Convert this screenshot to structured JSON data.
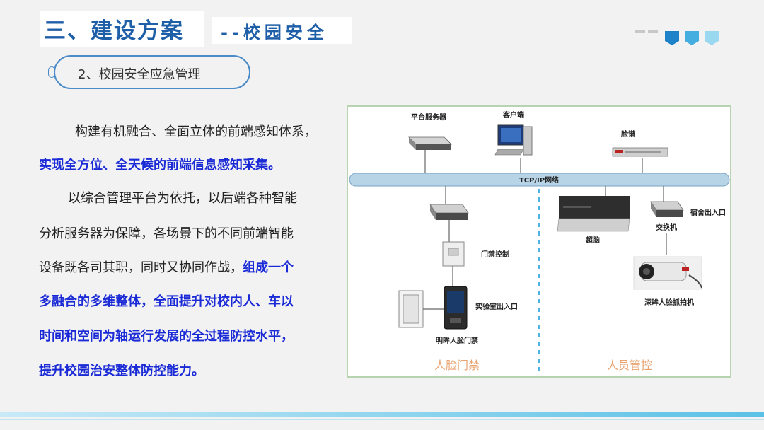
{
  "header": {
    "title": "三、建设方案",
    "subtitle": "--校园安全",
    "section_label": "2、校园安全应急管理"
  },
  "colors": {
    "title_blue": "#1f5fa8",
    "highlight_blue": "#1a2ad6",
    "accent_light": "#5bc1e6",
    "diagram_frame_green": "#b7d3b0"
  },
  "body_text": {
    "line1": "构建有机融合、全面立体的前端感知体系，",
    "line2": "实现全方位、全天候的前端信息感知采集。",
    "line3": "以综合管理平台为依托，以后端各种智能",
    "line4": "分析服务器为保障，各场景下的不同前端智能",
    "line5_normal": "设备既各司其职，同时又协同作战，",
    "line5_bold": "组成一个",
    "line6": "多融合的多维整体，全面提升对校内人、车以",
    "line7": "时间和空间为轴运行发展的全过程防控水平，",
    "line8": "提升校园治安整体防控能力。"
  },
  "diagram": {
    "labels": {
      "platform_server": "平台服务器",
      "client": "客户端",
      "face_db": "脸谱",
      "network": "TCP/IP网络",
      "nvr": "超脑",
      "switch": "交换机",
      "dorm_entrance": "宿舍出入口",
      "access_control": "门禁控制",
      "lab_entrance": "实验室出入口",
      "face_gate": "明眸人脸门禁",
      "camera": "深眸人脸抓拍机",
      "zone_left": "人脸门禁",
      "zone_right": "人员管控"
    }
  }
}
